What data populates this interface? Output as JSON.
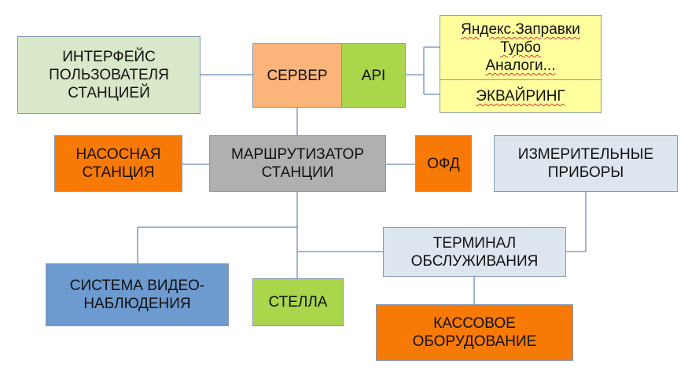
{
  "boxes": {
    "ui": "ИНТЕРФЕЙС\nПОЛЬЗОВАТЕЛЯ\nСТАНЦИЕЙ",
    "server": "СЕРВЕР",
    "api": "API",
    "partners_line1": "Яндекс.Заправки",
    "partners_line2": "Турбо",
    "partners_line3": "Аналоги...",
    "acquiring": "ЭКВАЙРИНГ",
    "pump": "НАСОСНАЯ\nСТАНЦИЯ",
    "router": "МАРШРУТИЗАТОР\nСТАНЦИИ",
    "ofd": "ОФД",
    "meters": "ИЗМЕРИТЕЛЬНЫЕ\nПРИБОРЫ",
    "terminal": "ТЕРМИНАЛ\nОБСЛУЖИВАНИЯ",
    "cctv": "СИСТЕМА ВИДЕО-\nНАБЛЮДЕНИЯ",
    "stella": "СТЕЛЛА",
    "cashbox": "КАССОВОЕ\nОБОРУДОВАНИЕ"
  },
  "colors": {
    "light_green": "#d9e8c9",
    "peach": "#fbb57a",
    "lime": "#a9d64b",
    "light_yellow": "#ffff9e",
    "orange": "#f87a06",
    "gray": "#b0b0b0",
    "light_blue": "#dde5ef",
    "blue": "#6d9bd0",
    "connector": "#6b8bb8"
  }
}
